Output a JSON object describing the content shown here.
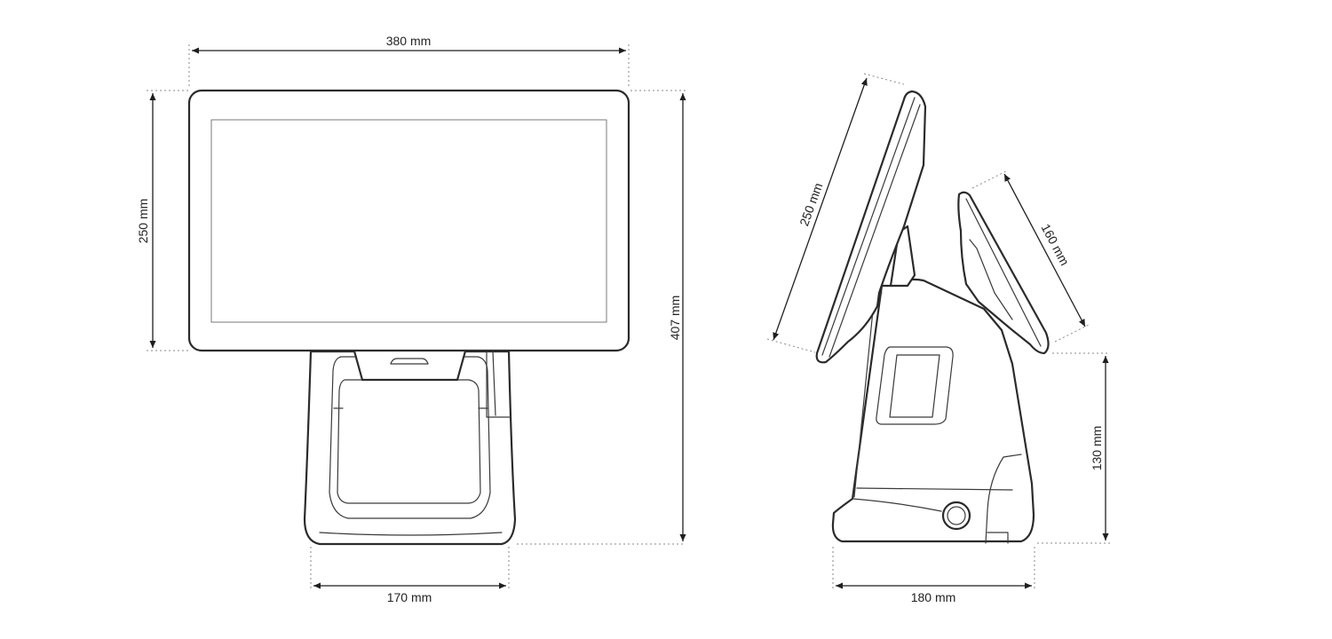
{
  "front_view": {
    "width_label": "380 mm",
    "screen_height_label": "250 mm",
    "total_height_label": "407 mm",
    "base_width_label": "170 mm"
  },
  "side_view": {
    "main_screen_label": "250 mm",
    "customer_screen_label": "160 mm",
    "base_height_label": "130 mm",
    "depth_label": "180 mm"
  },
  "colors": {
    "line": "#2b2b2b",
    "background": "#ffffff"
  }
}
